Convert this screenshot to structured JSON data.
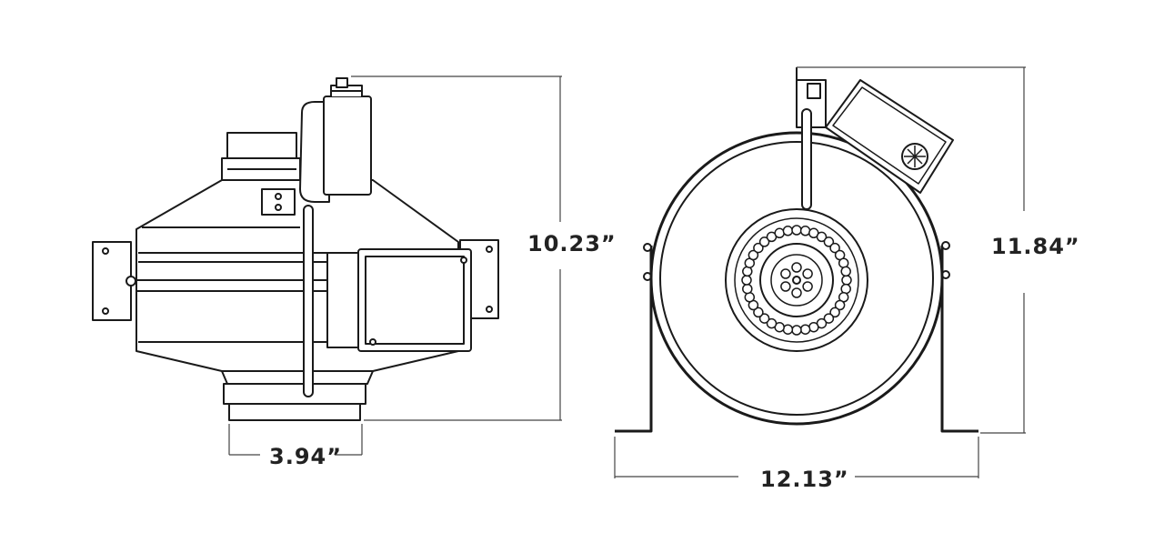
{
  "colors": {
    "line": "#1a1a1a",
    "dimension_line": "#444444",
    "fill": "#ffffff",
    "label": "#222222"
  },
  "dimensions": {
    "side_height": "10.23”",
    "inlet_diameter": "3.94”",
    "front_height": "11.84”",
    "front_width": "12.13”"
  }
}
